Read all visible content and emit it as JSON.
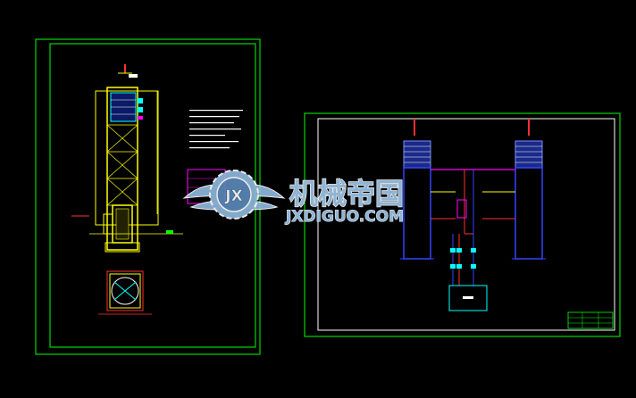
{
  "colors": {
    "background": "#000000",
    "frame": "#00ff00",
    "structure": "#ffff00",
    "pipe_blue": "#3344ff",
    "pipe_red": "#ff3030",
    "cyan": "#00ffff",
    "magenta": "#ff00ff",
    "white": "#ffffff",
    "watermark": "#8fb8dc"
  },
  "watermark": {
    "emblem_letters": "JX",
    "title_cn": "机械帝国",
    "site": "JXDIGUO.COM"
  }
}
